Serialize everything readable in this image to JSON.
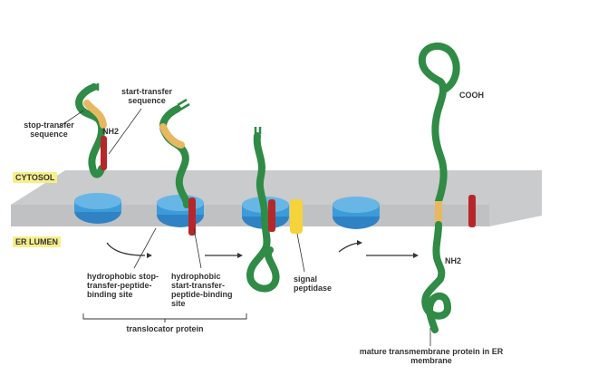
{
  "regions": {
    "cytosol": "CYTOSOL",
    "er_lumen": "ER LUMEN"
  },
  "labels": {
    "stop_transfer_sequence": "stop-transfer sequence",
    "start_transfer_sequence": "start-transfer sequence",
    "nh2_top": "NH2",
    "cooh": "COOH",
    "nh2_right": "NH2",
    "hydrophobic_stop": "hydrophobic stop-transfer-peptide-binding site",
    "hydrophobic_start": "hydrophobic start-transfer-peptide-binding site",
    "signal_peptidase": "signal peptidase",
    "translocator_protein": "translocator protein",
    "mature_protein": "mature transmembrane protein in ER membrane"
  },
  "colors": {
    "membrane": "#c9cbcc",
    "translocator": "#3d9cd7",
    "polypeptide": "#2f8b45",
    "stop_transfer": "#e8b860",
    "start_transfer": "#b7262a",
    "signal_peptidase": "#f4d43a",
    "region_tag": "#f6ef8a"
  }
}
